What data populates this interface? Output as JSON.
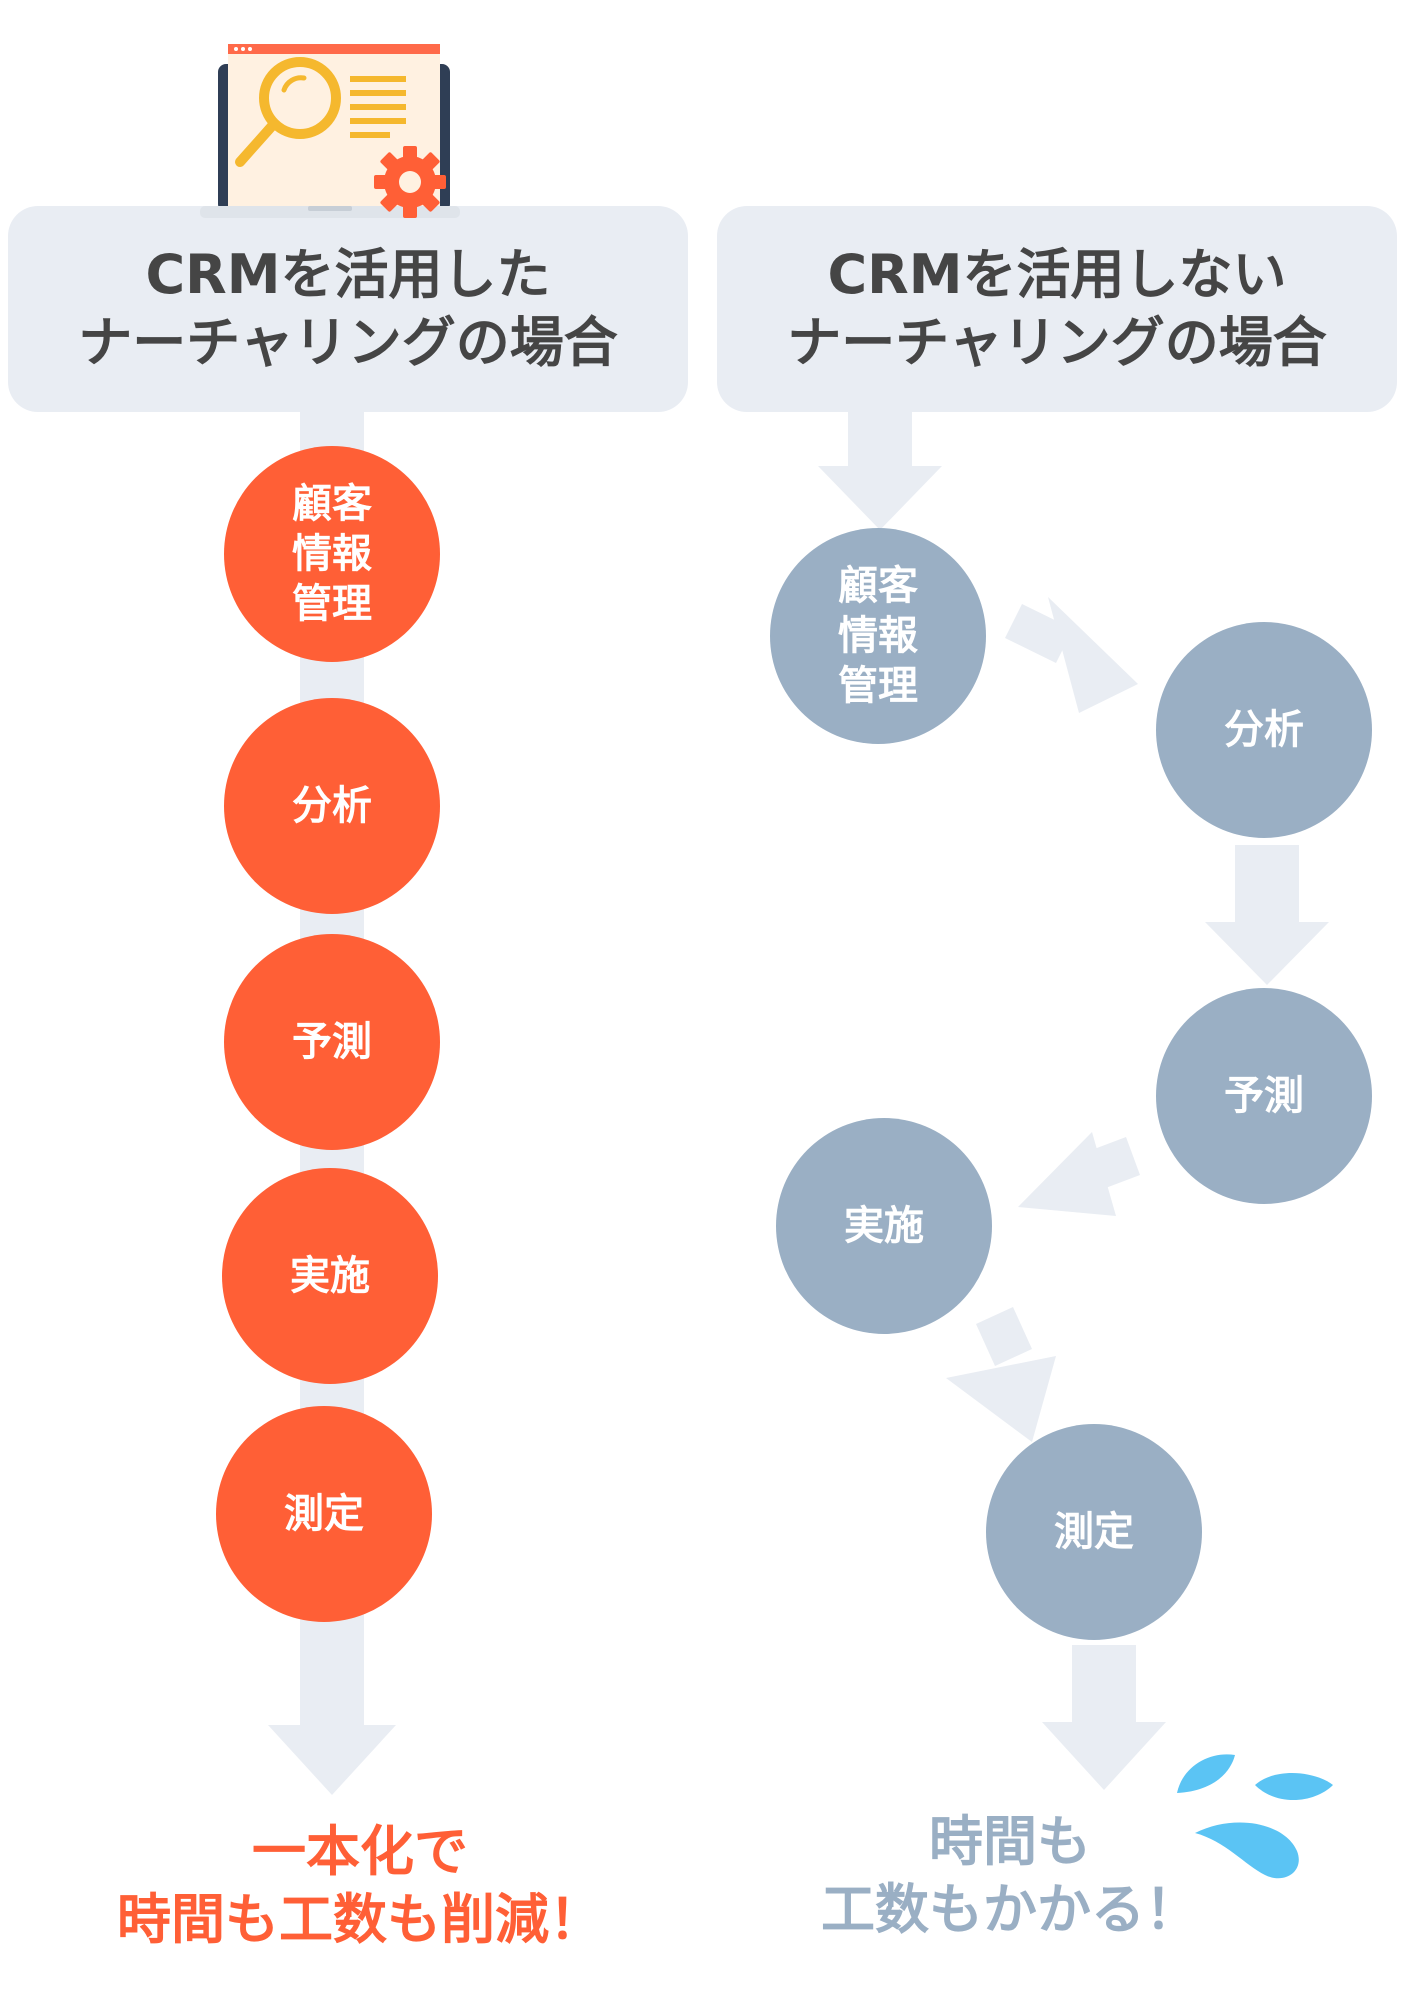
{
  "colors": {
    "accent_orange": "#ff5f36",
    "step_grey": "#9aafc4",
    "panel_bg": "#e9edf3",
    "connector": "#e9edf3",
    "water_drops": "#5bc4f4"
  },
  "left": {
    "header": {
      "line1": "CRMを活用した",
      "line2": "ナーチャリングの場合"
    },
    "steps": [
      {
        "lines": [
          "顧客",
          "情報",
          "管理"
        ]
      },
      {
        "lines": [
          "分析"
        ]
      },
      {
        "lines": [
          "予測"
        ]
      },
      {
        "lines": [
          "実施"
        ]
      },
      {
        "lines": [
          "測定"
        ]
      }
    ],
    "footer": {
      "line1": "一本化で",
      "line2": "時間も工数も削減！"
    },
    "illustration_icon": "laptop-magnifier-gear-icon"
  },
  "right": {
    "header": {
      "line1": "CRMを活用しない",
      "line2": "ナーチャリングの場合"
    },
    "steps": [
      {
        "lines": [
          "顧客",
          "情報",
          "管理"
        ]
      },
      {
        "lines": [
          "分析"
        ]
      },
      {
        "lines": [
          "予測"
        ]
      },
      {
        "lines": [
          "実施"
        ]
      },
      {
        "lines": [
          "測定"
        ]
      }
    ],
    "footer": {
      "line1": "時間も",
      "line2": "工数もかかる！"
    },
    "decoration_icon": "sweat-drops-icon"
  }
}
